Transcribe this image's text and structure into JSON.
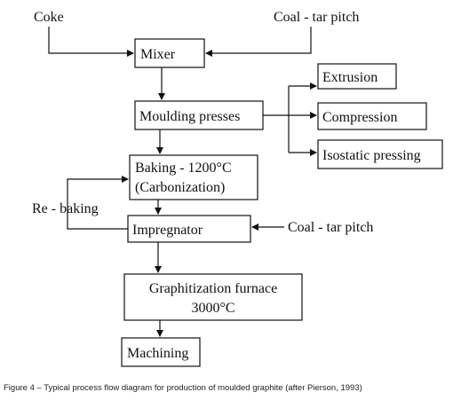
{
  "nodes": {
    "coke": "Coke",
    "coal_tar_pitch_top": "Coal - tar pitch",
    "mixer": "Mixer",
    "moulding_presses": "Moulding presses",
    "extrusion": "Extrusion",
    "compression": "Compression",
    "isostatic_pressing": "Isostatic pressing",
    "baking_line1": "Baking - 1200°C",
    "baking_line2": "(Carbonization)",
    "re_baking": "Re - baking",
    "impregnator": "Impregnator",
    "coal_tar_pitch_side": "Coal - tar pitch",
    "graphitization_line1": "Graphitization furnace",
    "graphitization_line2": "3000°C",
    "machining": "Machining"
  },
  "caption": "Figure 4 – Typical process flow diagram for production of moulded graphite (after Pierson, 1993)"
}
